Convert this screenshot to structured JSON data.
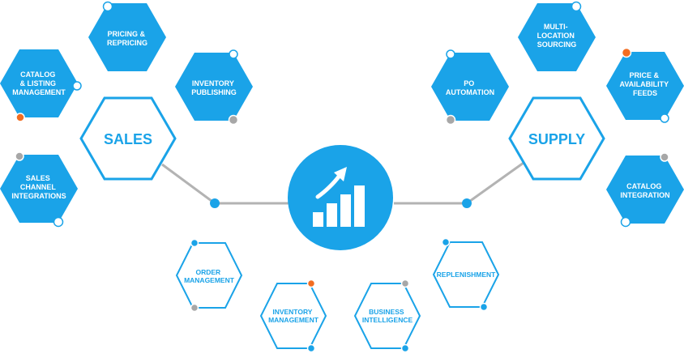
{
  "colors": {
    "blue": "#1aa3e8",
    "white": "#ffffff",
    "gray": "#a7a7a7",
    "orange": "#f26d21",
    "line": "#b3b3b3"
  },
  "hubs": {
    "sales": {
      "label": "SALES"
    },
    "supply": {
      "label": "SUPPLY"
    },
    "center": {
      "icon": "growth-chart-icon"
    }
  },
  "sales_nodes": [
    {
      "lines": [
        "PRICING &",
        "REPRICING"
      ]
    },
    {
      "lines": [
        "CATALOG",
        "& LISTING",
        "MANAGEMENT"
      ]
    },
    {
      "lines": [
        "INVENTORY",
        "PUBLISHING"
      ]
    },
    {
      "lines": [
        "SALES",
        "CHANNEL",
        "INTEGRATIONS"
      ]
    }
  ],
  "supply_nodes": [
    {
      "lines": [
        "MULTI-",
        "LOCATION",
        "SOURCING"
      ]
    },
    {
      "lines": [
        "PO",
        "AUTOMATION"
      ]
    },
    {
      "lines": [
        "PRICE &",
        "AVAILABILITY",
        "FEEDS"
      ]
    },
    {
      "lines": [
        "CATALOG",
        "INTEGRATION"
      ]
    }
  ],
  "ops_nodes": [
    {
      "lines": [
        "ORDER",
        "MANAGEMENT"
      ]
    },
    {
      "lines": [
        "INVENTORY",
        "MANAGEMENT"
      ]
    },
    {
      "lines": [
        "BUSINESS",
        "INTELLIGENCE"
      ]
    },
    {
      "lines": [
        "REPLENISHMENT"
      ]
    }
  ]
}
